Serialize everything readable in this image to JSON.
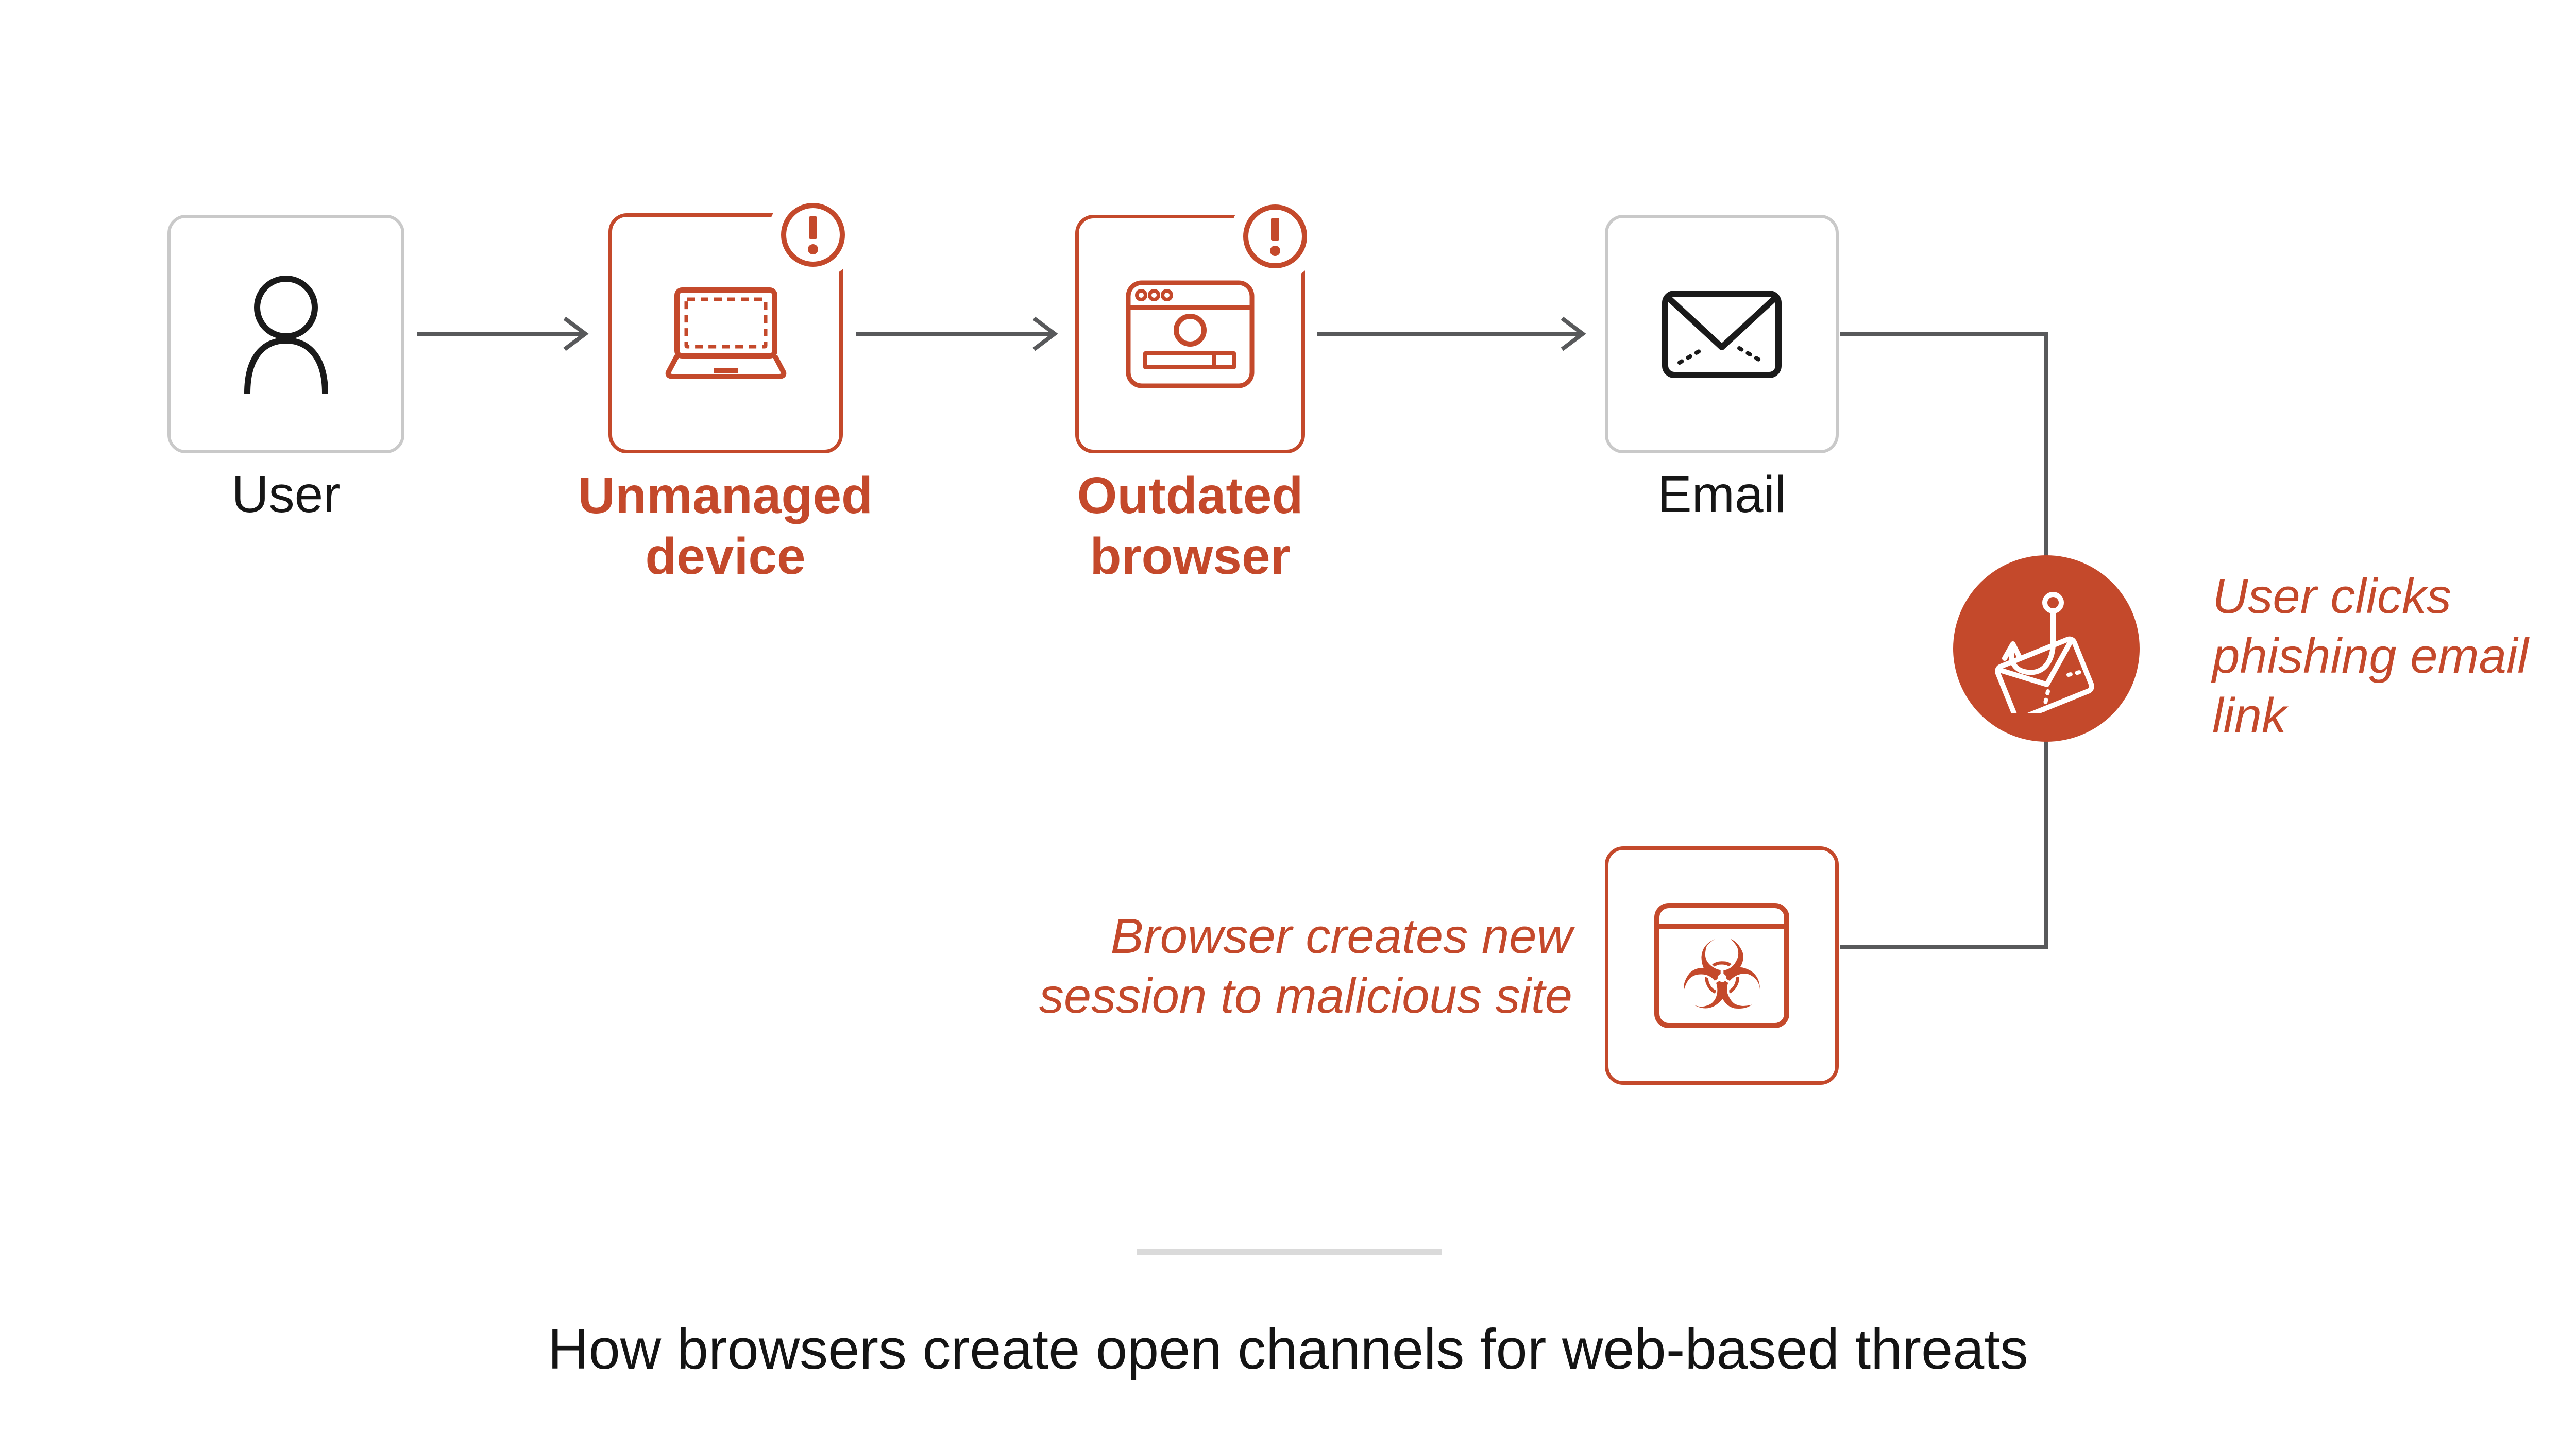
{
  "colors": {
    "alert": "#C4492B",
    "neutral_border": "#C9C9C9",
    "connector": "#58595B",
    "text_dark": "#161616",
    "divider": "#DADADA"
  },
  "nodes": {
    "user": {
      "label": "User"
    },
    "unmanaged_device": {
      "label": "Unmanaged device"
    },
    "outdated_browser": {
      "label": "Outdated browser"
    },
    "email": {
      "label": "Email"
    }
  },
  "annotations": {
    "phishing_click": {
      "text": "User clicks phishing email link"
    },
    "malicious_session": {
      "text": "Browser creates new session to malicious site"
    }
  },
  "caption": {
    "title": "How browsers create open channels for web-based threats"
  },
  "icons": {
    "user": "person-icon",
    "unmanaged_device": "laptop-icon",
    "outdated_browser": "browser-window-icon",
    "email": "envelope-icon",
    "badge": "warning-exclamation-icon",
    "phishing": "hooked-envelope-icon",
    "malicious_site": "biohazard-browser-icon",
    "biohazard_glyph": "☣"
  }
}
